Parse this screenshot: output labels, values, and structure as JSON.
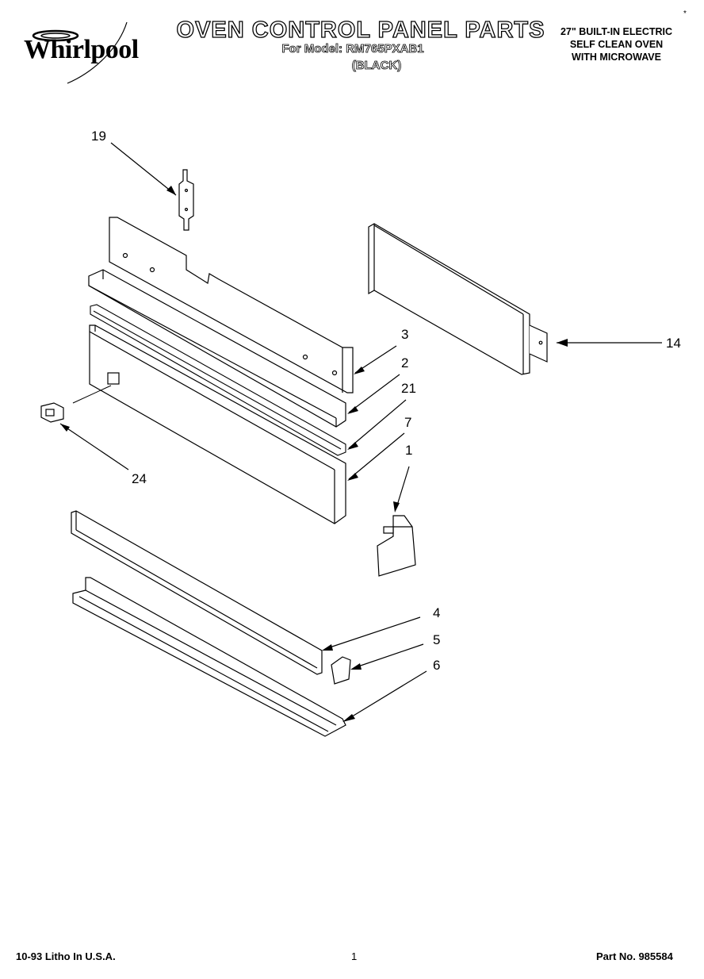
{
  "header": {
    "brand": "Whirlpool",
    "title": "OVEN CONTROL PANEL PARTS",
    "model_line": "For Model: RM765PXAB1",
    "color_line": "(BLACK)",
    "description": [
      "27\" BUILT-IN ELECTRIC",
      "SELF CLEAN OVEN",
      "WITH MICROWAVE"
    ],
    "corner_mark": "*"
  },
  "callouts": {
    "c19": "19",
    "c3": "3",
    "c2": "2",
    "c21": "21",
    "c7": "7",
    "c1": "1",
    "c14": "14",
    "c24": "24",
    "c4": "4",
    "c5": "5",
    "c6": "6"
  },
  "footer": {
    "left": "10-93  Litho In U.S.A.",
    "center": "1",
    "right": "Part No. 985584"
  }
}
